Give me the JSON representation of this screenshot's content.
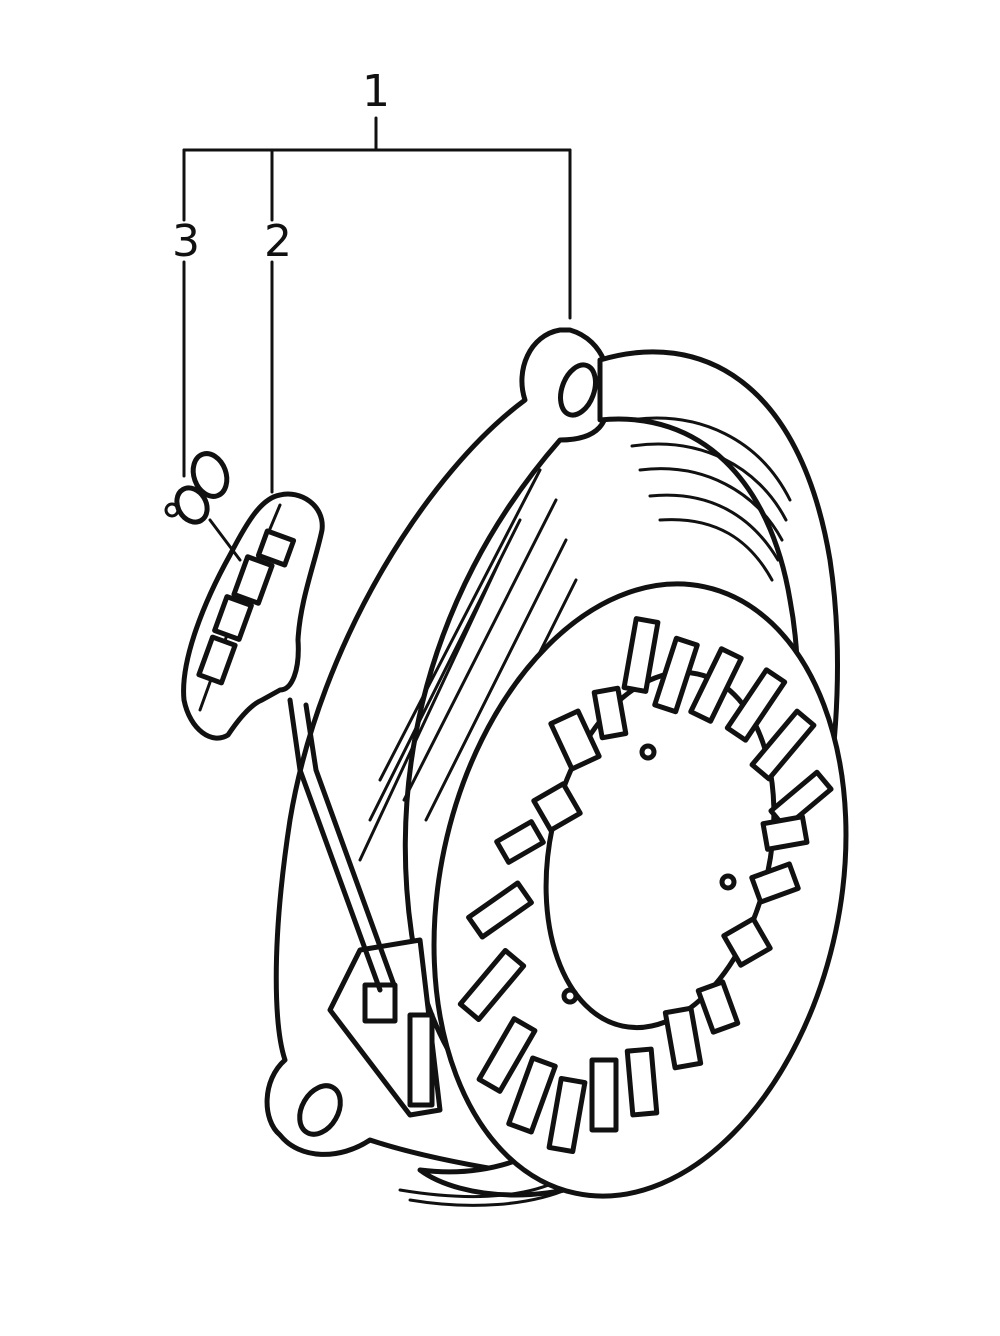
{
  "callouts": [
    {
      "id": "1",
      "label": "1"
    },
    {
      "id": "2",
      "label": "2"
    },
    {
      "id": "3",
      "label": "3"
    }
  ],
  "colors": {
    "ink": "#111111",
    "paper": "#ffffff"
  },
  "icons": {
    "assembly": "recoil-starter-icon",
    "handle": "starter-grip-icon",
    "knot": "rope-knot-icon"
  }
}
